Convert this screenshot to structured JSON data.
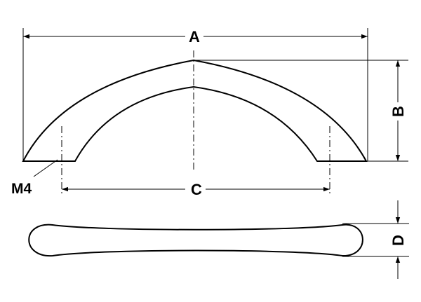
{
  "dimensions": {
    "overall_length": "A",
    "height": "B",
    "hole_centres": "C",
    "thickness": "D",
    "thread": "M4"
  }
}
